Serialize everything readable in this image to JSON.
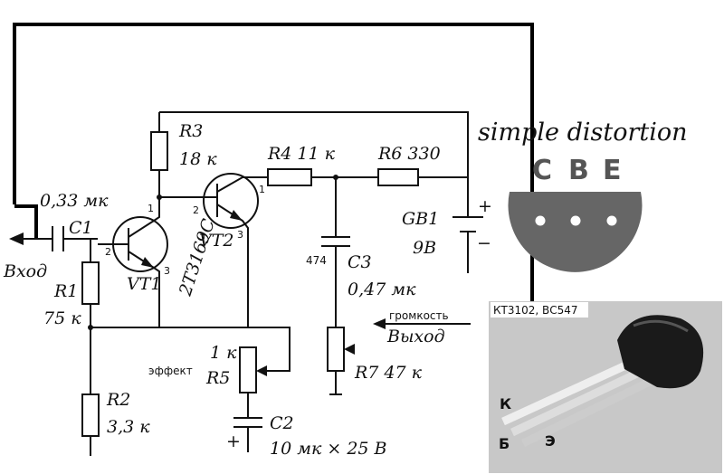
{
  "title": "simple distortion",
  "pinout": {
    "c": "C",
    "b": "B",
    "e": "E"
  },
  "photo": {
    "caption": "КТ3102, ВС547",
    "leg_k": "К",
    "leg_b": "Б",
    "leg_e": "Э"
  },
  "components": {
    "c1_value": "0,33 мк",
    "c1": "C1",
    "input": "Вход",
    "r1": "R1",
    "r1_value": "75 к",
    "vt1": "VT1",
    "r3": "R3",
    "r3_value": "18 к",
    "transistor": "2Т3169С",
    "vt2": "VT2",
    "r4": "R4 11 к",
    "r6": "R6 330",
    "gb1": "GB1",
    "gb1_value": "9В",
    "plus": "+",
    "minus": "−",
    "c3_code": "474",
    "c3": "С3",
    "c3_value": "0,47 мк",
    "volume": "громкость",
    "output": "Выход",
    "r7": "R7 47 к",
    "r5_value": "1 к",
    "effect": "эффект",
    "r5": "R5",
    "r2": "R2",
    "r2_value": "3,3 к",
    "c2": "С2",
    "c2_value": "10 мк × 25 В",
    "c2_plus": "+"
  },
  "pins": {
    "vt1_base": "2",
    "vt1_collector": "1",
    "vt1_emitter": "3",
    "vt2_base": "2",
    "vt2_collector": "1",
    "vt2_emitter": "3"
  },
  "colors": {
    "photo_bg": "#c8c8c8",
    "pinout_fill": "#666666",
    "ink": "#111111"
  }
}
